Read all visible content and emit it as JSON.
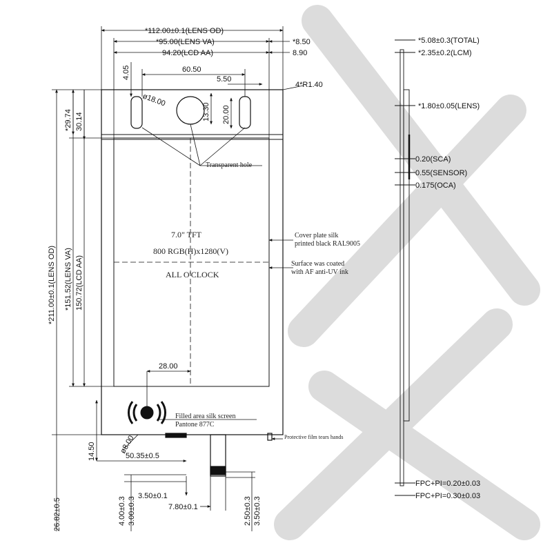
{
  "colors": {
    "line": "#111111",
    "watermark": "#dcdcdc",
    "paper": "#ffffff"
  },
  "dims_top": {
    "lens_od": "*112.00±0.1(LENS OD)",
    "lens_va": "*95.00(LENS VA)",
    "lcd_aa": "94.20(LCD AA)",
    "right_850": "*8.50",
    "right_890": "8.90",
    "d405": "4.05",
    "d6050": "60.50",
    "d550": "5.50",
    "radius": "4*R1.40",
    "dia18": "ø18.00",
    "d1330": "13.30",
    "d2000": "20.00"
  },
  "dims_left": {
    "d2974": "*29.74",
    "d3014": "30.14",
    "lens_od_v": "*211.00±0.1(LENS OD)",
    "lens_va_v": "*151.52(LENS VA)",
    "lcd_aa_v": "150.72(LCD AA)",
    "d1450": "14.50",
    "d2682": "26.82±0.5"
  },
  "dims_bottom": {
    "d2800": "28.00",
    "dia800": "ø8.00",
    "d5035": "50.35±0.5",
    "d400": "4.00±0.3",
    "d300": "3.00±0.3",
    "d350a": "3.50±0.1",
    "d780": "7.80±0.1",
    "d250": "2.50±0.3",
    "d350b": "3.50±0.3"
  },
  "notes": {
    "transparent_hole": "Transparent hole",
    "cover_1": "Cover plate silk",
    "cover_2": "printed black RAL9005",
    "surface_1": "Surface was coated",
    "surface_2": "with AF anti-UV ink",
    "filled_1": "Filled area silk screen",
    "filled_2": "Pantone 877C",
    "protective": "Protective film tears hands"
  },
  "center_text": {
    "line1": "7.0\" TFT",
    "line2": "800 RGB(H)x1280(V)",
    "line3": "ALL O'CLOCK"
  },
  "side_labels": {
    "total": "*5.08±0.3(TOTAL)",
    "lcm": "*2.35±0.2(LCM)",
    "lens": "*1.80±0.05(LENS)",
    "sca": "0.20(SCA)",
    "sensor": "0.55(SENSOR)",
    "oca": "0.175(OCA)",
    "fpc1": "FPC+PI=0.20±0.03",
    "fpc2": "FPC+PI=0.30±0.03"
  }
}
